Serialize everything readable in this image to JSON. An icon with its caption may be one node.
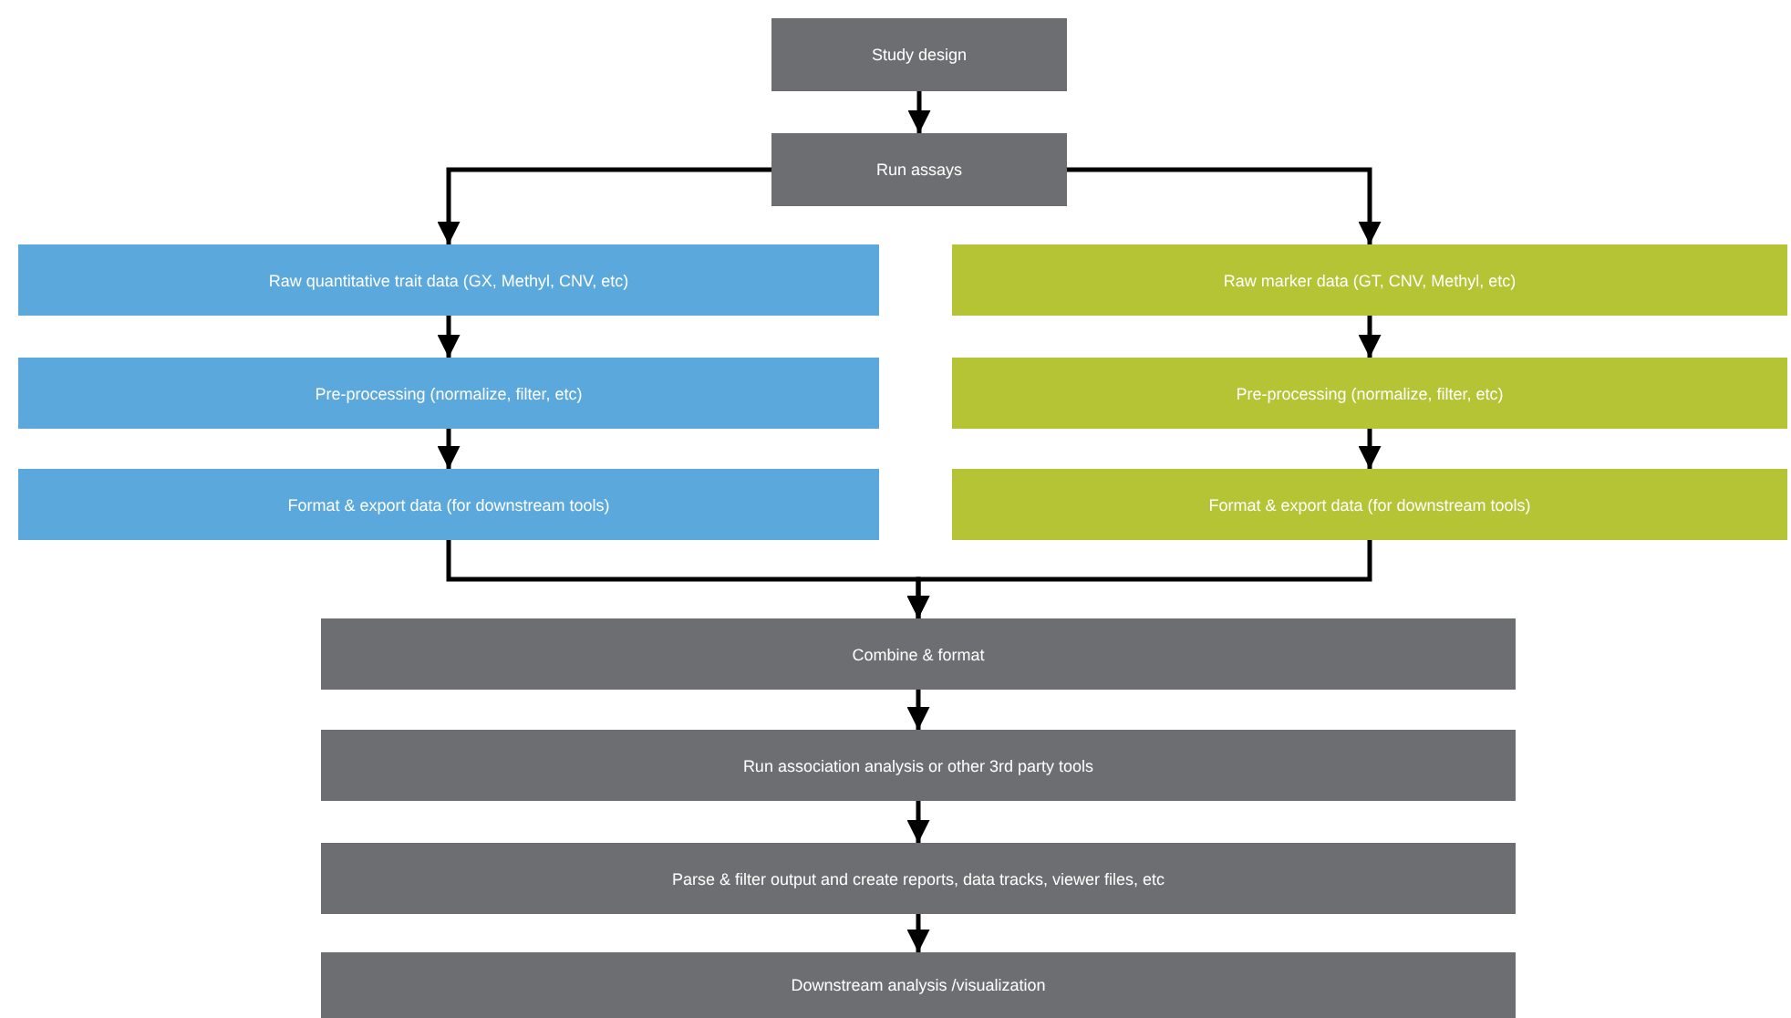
{
  "diagram": {
    "nodes": [
      {
        "text": [
          "Study design"
        ]
      },
      {
        "text": [
          "Run assays"
        ]
      },
      {
        "text": [
          "Raw quantitative trait data (GX, Methyl, CNV, etc)"
        ]
      },
      {
        "text": [
          "Raw marker data (GT, CNV, Methyl, etc)"
        ]
      },
      {
        "text": [
          "Pre-processing (normalize, filter, etc)"
        ]
      },
      {
        "text": [
          "Pre-processing (normalize, filter, etc)"
        ]
      },
      {
        "text": [
          "Format & export data (for downstream tools)"
        ]
      },
      {
        "text": [
          "Format & export data (for downstream tools)"
        ]
      },
      {
        "text": [
          "Combine & format"
        ]
      },
      {
        "text": [
          "Run association analysis or other 3rd party tools"
        ]
      },
      {
        "text": [
          "Parse & filter output and create reports, data tracks, viewer files, etc"
        ]
      },
      {
        "text": [
          "Downstream analysis /visualization"
        ]
      }
    ],
    "edges": [
      {
        "from": 0,
        "to": 1,
        "arrow": "to"
      },
      {
        "from": 1,
        "to": 2,
        "arrow": "to"
      },
      {
        "from": 1,
        "to": 3,
        "arrow": "to"
      },
      {
        "from": 2,
        "to": 4,
        "arrow": "to"
      },
      {
        "from": 4,
        "to": 6,
        "arrow": "to"
      },
      {
        "from": 3,
        "to": 5,
        "arrow": "to"
      },
      {
        "from": 5,
        "to": 7,
        "arrow": "to"
      },
      {
        "from": 6,
        "to": 8,
        "arrow": "to"
      },
      {
        "from": 7,
        "to": 8,
        "arrow": "to"
      },
      {
        "from": 8,
        "to": 9,
        "arrow": "to"
      },
      {
        "from": 9,
        "to": 10,
        "arrow": "to"
      },
      {
        "from": 10,
        "to": 11,
        "arrow": "to"
      }
    ]
  }
}
